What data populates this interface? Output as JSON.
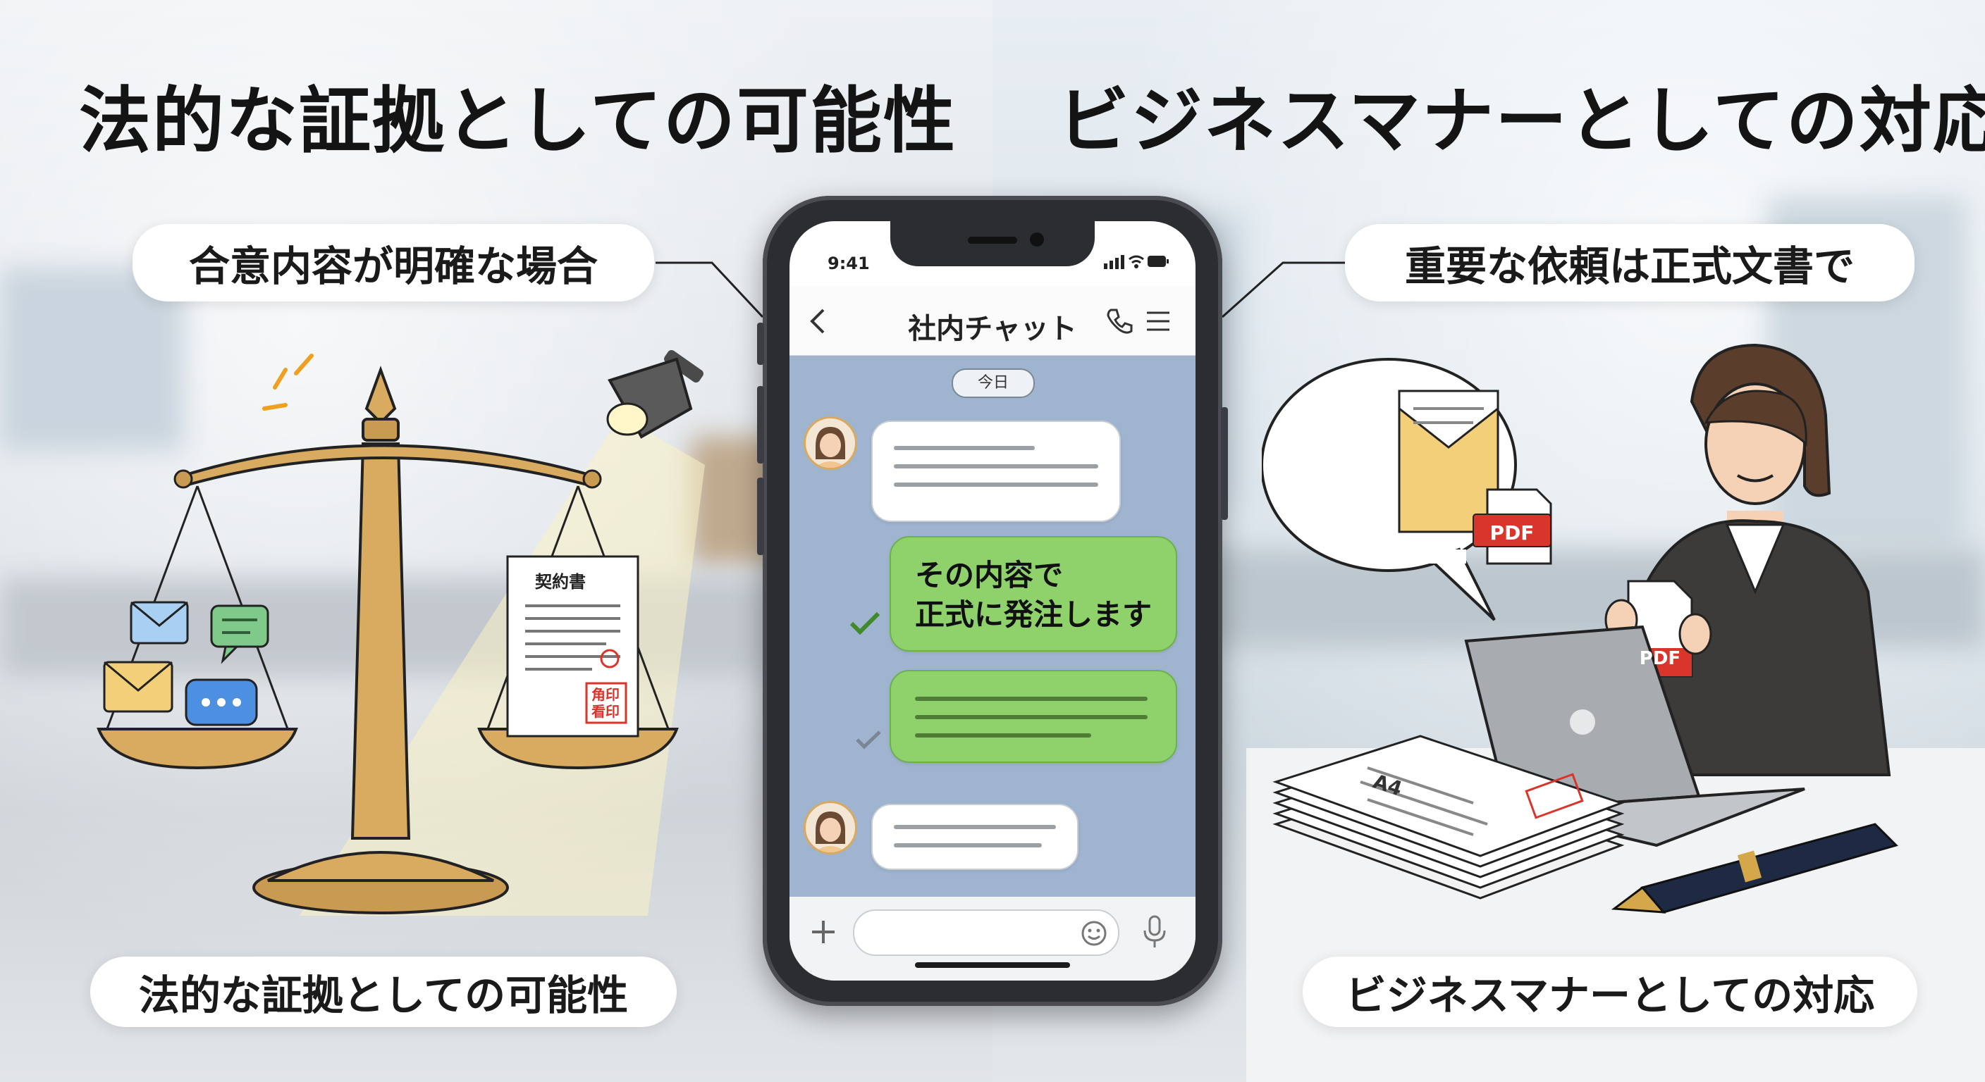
{
  "headings": {
    "left_title": "法的な証拠としての可能性",
    "right_title": "ビジネスマナーとしての対応"
  },
  "callouts": {
    "left_top": "合意内容が明確な場合",
    "right_top": "重要な依頼は正式文書で",
    "left_bottom": "法的な証拠としての可能性",
    "right_bottom": "ビジネスマナーとしての対応"
  },
  "scale": {
    "document_title": "契約書",
    "stamp_text": "角印\n看印"
  },
  "phone": {
    "status_time": "9:41",
    "chat_title": "社内チャット",
    "date_label": "今日",
    "message_line1": "その内容で",
    "message_line2": "正式に発注します"
  },
  "office": {
    "pdf_label_bubble": "PDF",
    "pdf_label_hand": "PDF",
    "paper_label": "A4"
  },
  "colors": {
    "chat_background": "#9fb4cf",
    "outgoing_bubble": "#8fd16b",
    "incoming_bubble": "#ffffff",
    "checkmark_read": "#3f8a2a",
    "pdf_badge": "#d9352b",
    "scale_gold": "#c99a52"
  },
  "icons": [
    "back-chevron-icon",
    "phone-icon",
    "menu-icon",
    "check-icon",
    "plus-icon",
    "emoji-icon",
    "mic-icon",
    "envelope-icon",
    "chat-bubble-icon",
    "pdf-file-icon",
    "fountain-pen-icon",
    "lamp-icon",
    "laptop-icon"
  ]
}
